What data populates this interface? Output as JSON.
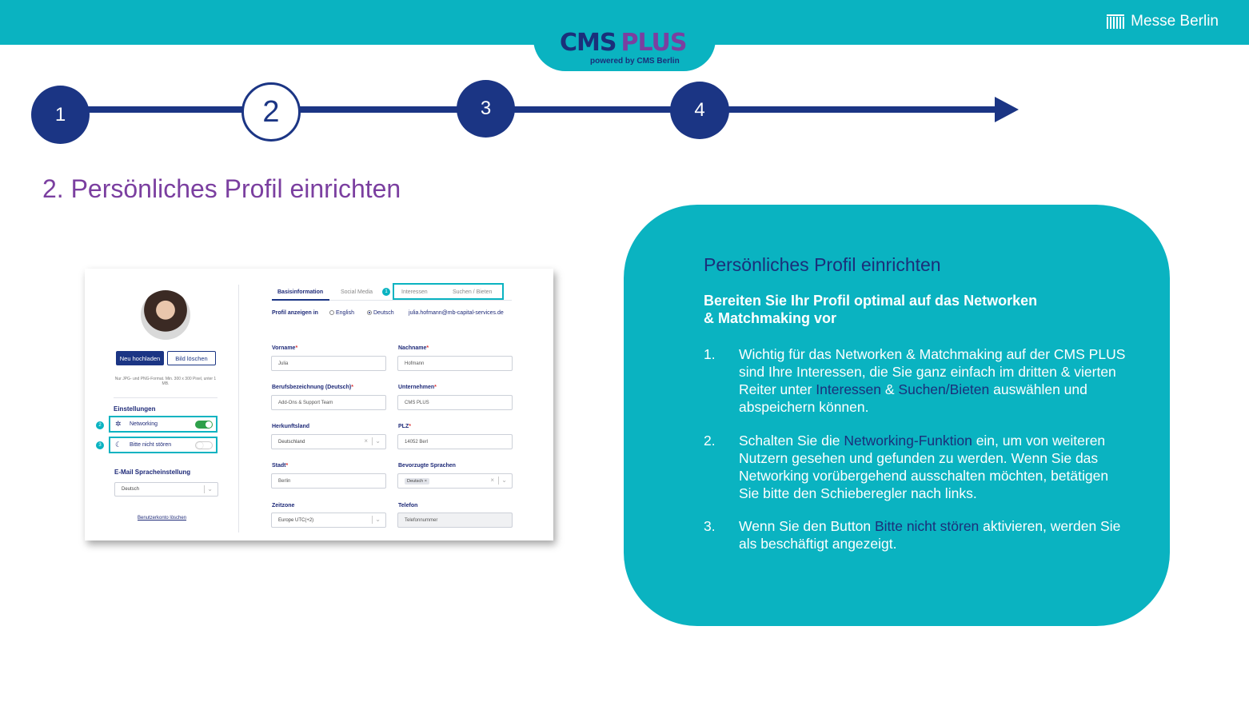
{
  "header": {
    "logo_cms": "CMS",
    "logo_plus": "PLUS",
    "logo_sub": "powered by CMS Berlin",
    "brand": "Messe Berlin"
  },
  "steps": [
    {
      "label": "1",
      "active": false
    },
    {
      "label": "2",
      "active": true
    },
    {
      "label": "3",
      "active": false
    },
    {
      "label": "4",
      "active": false
    }
  ],
  "section_title": "2. Persönliches Profil einrichten",
  "screenshot": {
    "upload_label": "Neu hochladen",
    "delete_label": "Bild löschen",
    "image_hint": "Nur JPG- und PNG-Format. Min. 300 x 300 Pixel, unter 1 MB.",
    "settings_heading": "Einstellungen",
    "networking_label": "Networking",
    "networking_badge": "2",
    "dnd_label": "Bitte nicht stören",
    "dnd_badge": "3",
    "email_lang_heading": "E-Mail Spracheinstellung",
    "email_lang_value": "Deutsch",
    "delete_account": "Benutzerkonto löschen",
    "tabs": [
      "Basisinformation",
      "Social Media",
      "Interessen",
      "Suchen / Bieten"
    ],
    "tabs_badge": "1",
    "profile_show_label": "Profil anzeigen in",
    "lang_en": "English",
    "lang_de": "Deutsch",
    "email": "julia.hofmann@mb-capital-services.de",
    "fields": {
      "vorname_label": "Vorname",
      "vorname_value": "Julia",
      "nachname_label": "Nachname",
      "nachname_value": "Hofmann",
      "beruf_label": "Berufsbezeichnung (Deutsch)",
      "beruf_value": "Add-Ons & Support Team",
      "unternehmen_label": "Unternehmen",
      "unternehmen_value": "CMS PLUS",
      "herkunft_label": "Herkunftsland",
      "herkunft_value": "Deutschland",
      "plz_label": "PLZ",
      "plz_value": "14052 Berl",
      "stadt_label": "Stadt",
      "stadt_value": "Berlin",
      "sprachen_label": "Bevorzugte Sprachen",
      "sprachen_chip": "Deutsch",
      "zeitzone_label": "Zeitzone",
      "zeitzone_value": "Europe UTC(+2)",
      "telefon_label": "Telefon",
      "telefon_placeholder": "Telefonnummer"
    }
  },
  "panel": {
    "title": "Persönliches Profil einrichten",
    "subtitle": "Bereiten Sie Ihr Profil optimal auf das Networken & Matchmaking vor",
    "items": [
      {
        "num": "1.",
        "t1": "Wichtig für das Networken & Matchmaking auf der CMS PLUS sind Ihre Interessen, die Sie ganz einfach im dritten & vierten Reiter unter ",
        "h1": "Interessen",
        "t2": " & ",
        "h2": "Suchen/Bieten",
        "t3": " auswählen und abspeichern können."
      },
      {
        "num": "2.",
        "t1": "Schalten Sie die ",
        "h1": "Networking-Funktion",
        "t2": " ein, um von weiteren Nutzern gesehen und gefunden zu werden. Wenn Sie das Networking vorübergehend ausschalten möchten, betätigen Sie bitte den Schieberegler nach links."
      },
      {
        "num": "3.",
        "t1": "Wenn Sie den Button ",
        "h1": "Bitte nicht stören",
        "t2": " aktivieren, werden Sie als beschäftigt angezeigt."
      }
    ]
  },
  "colors": {
    "teal": "#0ab3c1",
    "navy": "#1b3584",
    "purple": "#7b3fa0"
  }
}
